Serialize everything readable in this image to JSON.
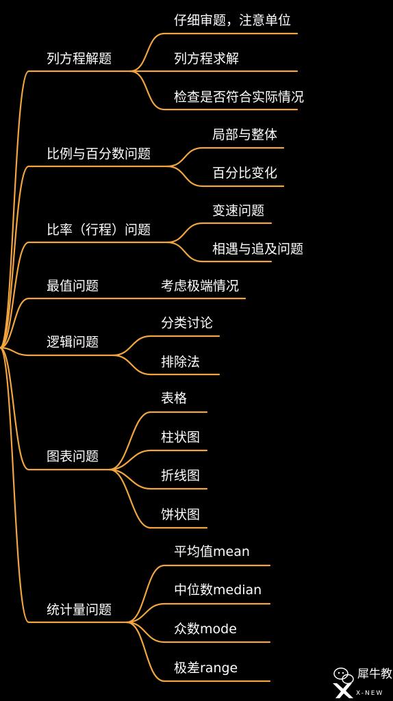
{
  "colors": {
    "background": "#000000",
    "line": "#f2a540",
    "text": "#ffffff"
  },
  "mindmap": {
    "branches": [
      {
        "label": "列方程解题",
        "children": [
          "仔细审题，注意单位",
          "列方程求解",
          "检查是否符合实际情况"
        ]
      },
      {
        "label": "比例与百分数问题",
        "children": [
          "局部与整体",
          "百分比变化"
        ]
      },
      {
        "label": "比率（行程）问题",
        "children": [
          "变速问题",
          "相遇与追及问题"
        ]
      },
      {
        "label": "最值问题",
        "children": [
          "考虑极端情况"
        ]
      },
      {
        "label": "逻辑问题",
        "children": [
          "分类讨论",
          "排除法"
        ]
      },
      {
        "label": "图表问题",
        "children": [
          "表格",
          "柱状图",
          "折线图",
          "饼状图"
        ]
      },
      {
        "label": "统计量问题",
        "children": [
          "平均值mean",
          "中位数median",
          "众数mode",
          "极差range"
        ]
      }
    ]
  },
  "watermark": {
    "name": "犀牛教育",
    "sub": "X-NEW",
    "icon": "wechat-icon"
  }
}
